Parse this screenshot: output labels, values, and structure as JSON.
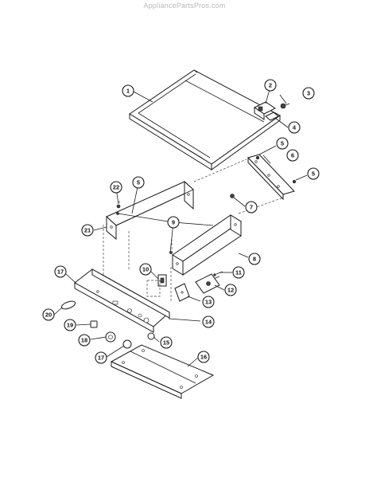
{
  "watermark": "AppliancePartsPros.com",
  "callouts": [
    "1",
    "2",
    "3",
    "4",
    "5",
    "6",
    "5",
    "22",
    "5",
    "7",
    "21",
    "9",
    "8",
    "11",
    "17",
    "10",
    "12",
    "13",
    "20",
    "14",
    "19",
    "18",
    "15",
    "17",
    "16"
  ]
}
